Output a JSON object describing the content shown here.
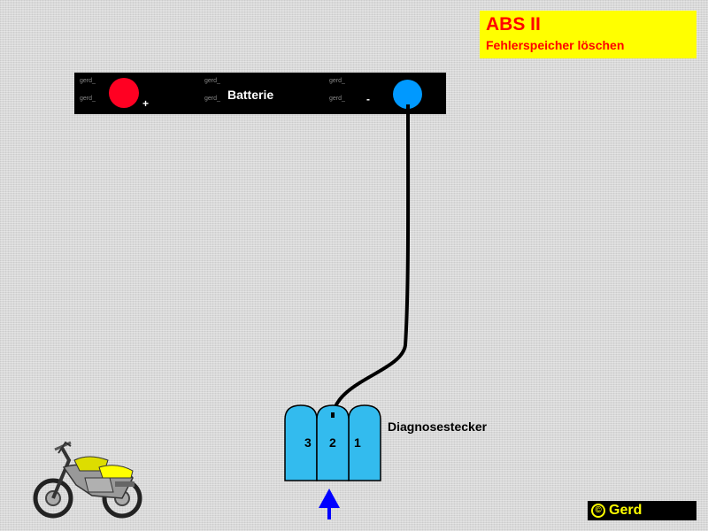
{
  "title": {
    "main": "ABS II",
    "sub": "Fehlerspeicher löschen"
  },
  "battery": {
    "label": "Batterie",
    "positive_sign": "+",
    "negative_sign": "-"
  },
  "connector": {
    "label": "Diagnosestecker",
    "pins": [
      "3",
      "2",
      "1"
    ]
  },
  "watermark_text": "gerd_",
  "copyright": {
    "symbol": "©",
    "name": "Gerd"
  },
  "colors": {
    "title_bg": "#ffff00",
    "title_text": "#ff0000",
    "positive_terminal": "#ff0022",
    "negative_terminal": "#0099ff",
    "connector_fill": "#33bbee",
    "arrow": "#0000ff"
  }
}
